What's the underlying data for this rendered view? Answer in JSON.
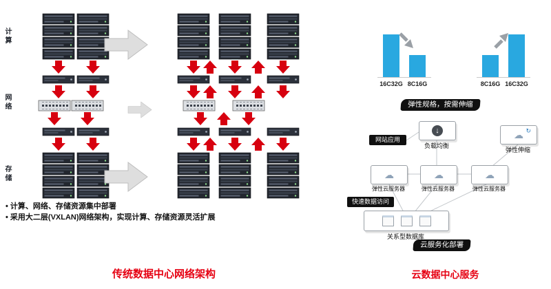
{
  "left": {
    "layer_labels": [
      "计算",
      "网络",
      "存储"
    ],
    "bullets": [
      "• 计算、网络、存储资源集中部署",
      "• 采用大二层(VXLAN)网络架构，实现计算、存储资源灵活扩展"
    ],
    "caption": "传统数据中心网络架构"
  },
  "right": {
    "chart_data": {
      "type": "bar",
      "groups": [
        {
          "bars": [
            {
              "label": "16C32G",
              "height": 62
            },
            {
              "label": "8C16G",
              "height": 32
            }
          ],
          "trend": "scale-down"
        },
        {
          "bars": [
            {
              "label": "8C16G",
              "height": 32
            },
            {
              "label": "16C32G",
              "height": 62
            }
          ],
          "trend": "scale-up"
        }
      ]
    },
    "banner_top": "弹性规格，按需伸缩",
    "banner_bottom": "云服务化部署",
    "nodes": {
      "web_app": "网站应用",
      "load_balancer": "负载均衡",
      "auto_scaling": "弹性伸缩",
      "ecs": "弹性云服务器",
      "fast_access": "快速数据访问",
      "rds": "关系型数据库"
    },
    "caption": "云数据中心服务"
  },
  "icons": {
    "download": "↓",
    "cloud": "☁",
    "refresh": "↻"
  },
  "colors": {
    "arrow_red": "#d7000f",
    "caption_red": "#e60012",
    "bar_blue": "#29a8e0",
    "banner_black": "#101010"
  }
}
